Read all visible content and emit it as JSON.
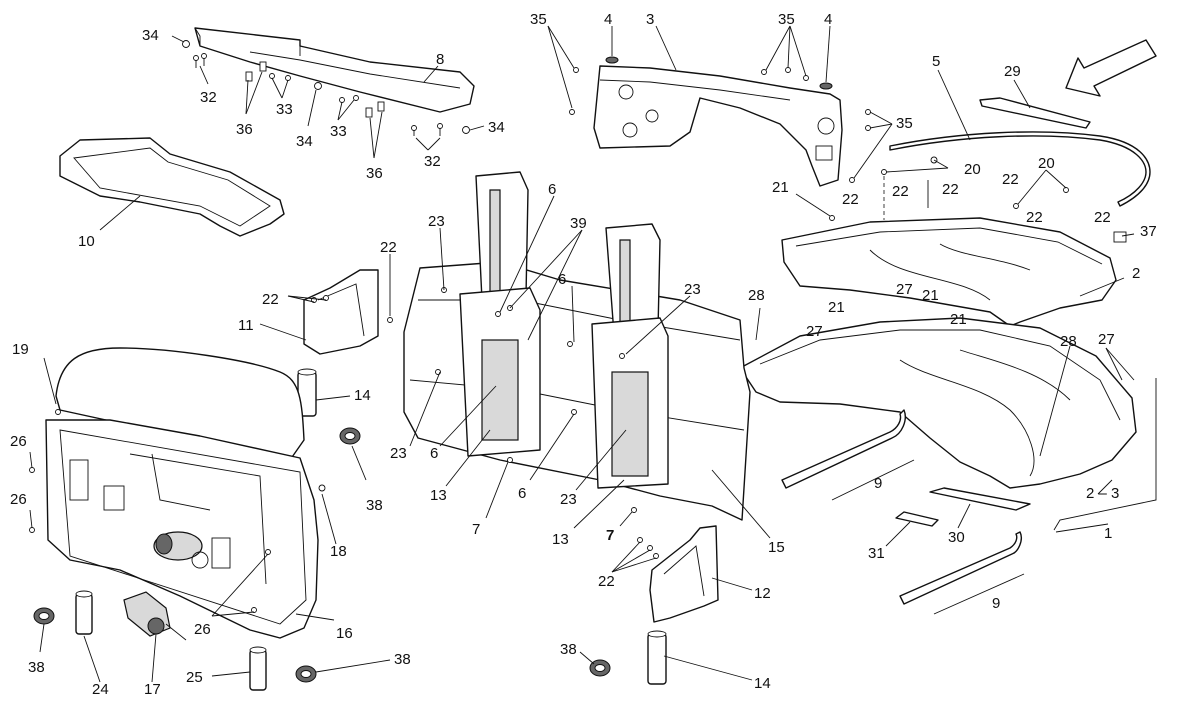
{
  "diagram": {
    "background": "#ffffff",
    "line_color": "#111111",
    "callouts": [
      {
        "id": "c34a",
        "label": "34"
      },
      {
        "id": "c32a",
        "label": "32"
      },
      {
        "id": "c36a",
        "label": "36"
      },
      {
        "id": "c33a",
        "label": "33"
      },
      {
        "id": "c34b",
        "label": "34"
      },
      {
        "id": "c33b",
        "label": "33"
      },
      {
        "id": "c8",
        "label": "8"
      },
      {
        "id": "c36b",
        "label": "36"
      },
      {
        "id": "c32b",
        "label": "32"
      },
      {
        "id": "c34c",
        "label": "34"
      },
      {
        "id": "c10",
        "label": "10"
      },
      {
        "id": "c35a",
        "label": "35"
      },
      {
        "id": "c4a",
        "label": "4"
      },
      {
        "id": "c3",
        "label": "3"
      },
      {
        "id": "c35b",
        "label": "35"
      },
      {
        "id": "c4b",
        "label": "4"
      },
      {
        "id": "c35c",
        "label": "35"
      },
      {
        "id": "c5",
        "label": "5"
      },
      {
        "id": "c29",
        "label": "29"
      },
      {
        "id": "c20a",
        "label": "20"
      },
      {
        "id": "c20b",
        "label": "20"
      },
      {
        "id": "c21a",
        "label": "21"
      },
      {
        "id": "c22a",
        "label": "22"
      },
      {
        "id": "c22b",
        "label": "22"
      },
      {
        "id": "c22c",
        "label": "22"
      },
      {
        "id": "c22d",
        "label": "22"
      },
      {
        "id": "c22e",
        "label": "22"
      },
      {
        "id": "c22f",
        "label": "22"
      },
      {
        "id": "c37",
        "label": "37"
      },
      {
        "id": "c2",
        "label": "2"
      },
      {
        "id": "c21b",
        "label": "21"
      },
      {
        "id": "c21c",
        "label": "21"
      },
      {
        "id": "c21d",
        "label": "21"
      },
      {
        "id": "c27a",
        "label": "27"
      },
      {
        "id": "c27b",
        "label": "27"
      },
      {
        "id": "c28a",
        "label": "28"
      },
      {
        "id": "c28b",
        "label": "28"
      },
      {
        "id": "c27c",
        "label": "27"
      },
      {
        "id": "c9a",
        "label": "9"
      },
      {
        "id": "c23",
        "label": "2 – 3"
      },
      {
        "id": "c1",
        "label": "1"
      },
      {
        "id": "c31",
        "label": "31"
      },
      {
        "id": "c30",
        "label": "30"
      },
      {
        "id": "c9b",
        "label": "9"
      },
      {
        "id": "c6a",
        "label": "6"
      },
      {
        "id": "c39",
        "label": "39"
      },
      {
        "id": "c23a",
        "label": "23"
      },
      {
        "id": "c6b",
        "label": "6"
      },
      {
        "id": "c23b",
        "label": "23"
      },
      {
        "id": "c22g",
        "label": "22"
      },
      {
        "id": "c22h",
        "label": "22"
      },
      {
        "id": "c11",
        "label": "11"
      },
      {
        "id": "c14a",
        "label": "14"
      },
      {
        "id": "c23c",
        "label": "23"
      },
      {
        "id": "c6c",
        "label": "6"
      },
      {
        "id": "c6d",
        "label": "6"
      },
      {
        "id": "c13a",
        "label": "13"
      },
      {
        "id": "c7a",
        "label": "7"
      },
      {
        "id": "c23d",
        "label": "23"
      },
      {
        "id": "c13b",
        "label": "13"
      },
      {
        "id": "c7b",
        "label": "7"
      },
      {
        "id": "c15",
        "label": "15"
      },
      {
        "id": "c22i",
        "label": "22"
      },
      {
        "id": "c12",
        "label": "12"
      },
      {
        "id": "c38a",
        "label": "38"
      },
      {
        "id": "c14b",
        "label": "14"
      },
      {
        "id": "c19",
        "label": "19"
      },
      {
        "id": "c26a",
        "label": "26"
      },
      {
        "id": "c26b",
        "label": "26"
      },
      {
        "id": "c38b",
        "label": "38"
      },
      {
        "id": "c18",
        "label": "18"
      },
      {
        "id": "c26c",
        "label": "26"
      },
      {
        "id": "c16",
        "label": "16"
      },
      {
        "id": "c38c",
        "label": "38"
      },
      {
        "id": "c24",
        "label": "24"
      },
      {
        "id": "c17",
        "label": "17"
      },
      {
        "id": "c25",
        "label": "25"
      },
      {
        "id": "c38d",
        "label": "38"
      }
    ]
  }
}
